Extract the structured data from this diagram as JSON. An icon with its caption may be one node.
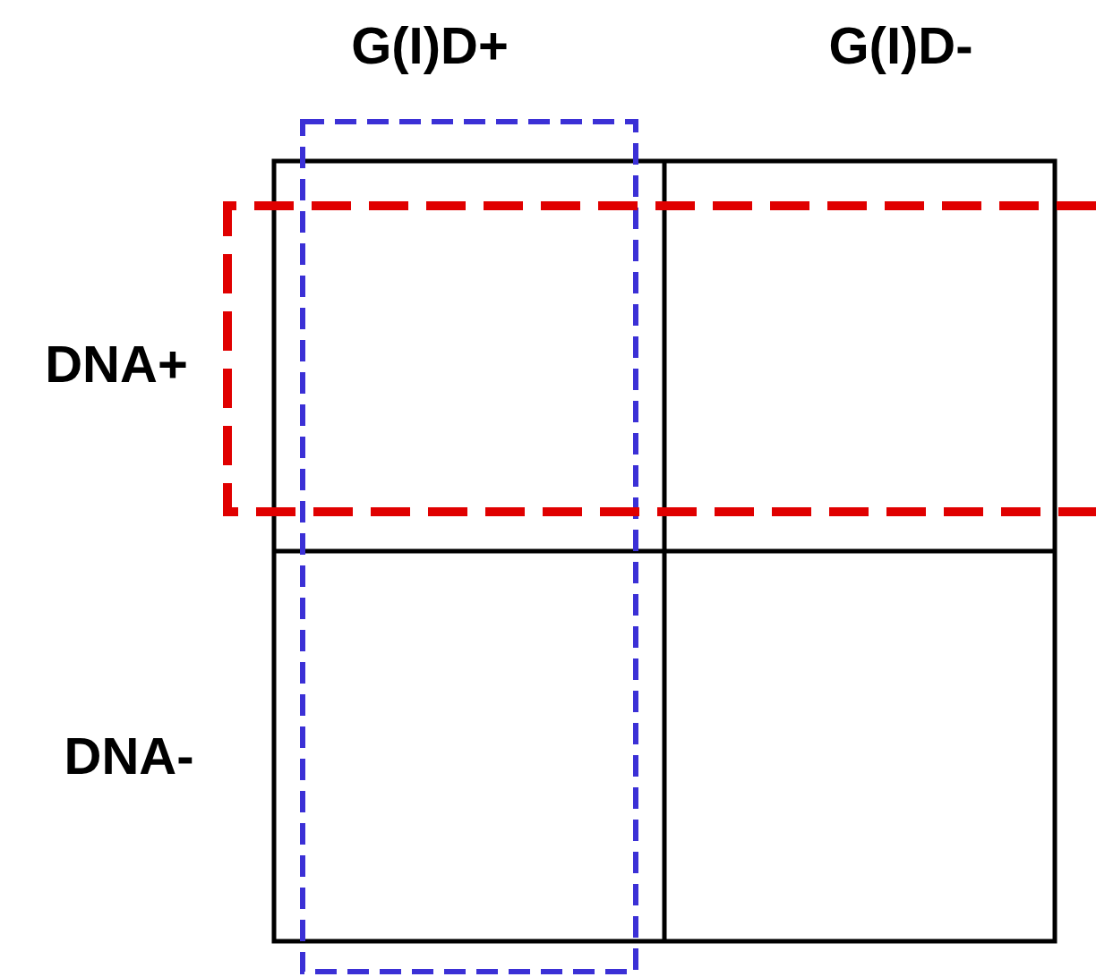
{
  "diagram": {
    "labels": [
      "G(I)D+",
      "G(I)D-",
      "DNA+",
      "DNA-"
    ]
  }
}
